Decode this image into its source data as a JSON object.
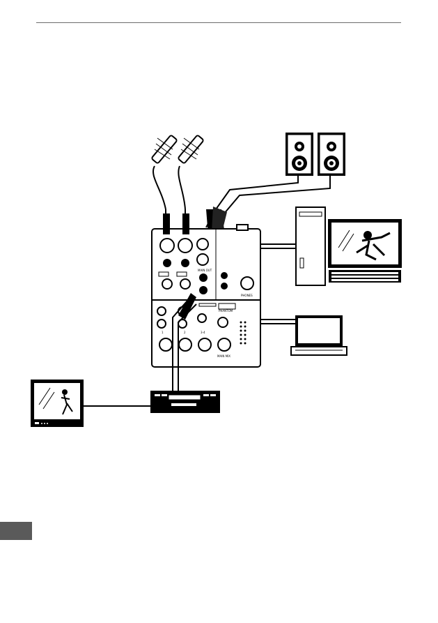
{
  "page": {
    "header_rule": true,
    "side_tab_color": "#5a5a5a"
  },
  "diagram": {
    "devices": [
      {
        "name": "microphone",
        "count": 2
      },
      {
        "name": "studio-monitor-speaker",
        "count": 2
      },
      {
        "name": "desktop-computer"
      },
      {
        "name": "laptop"
      },
      {
        "name": "mixer"
      },
      {
        "name": "recorder-deck"
      },
      {
        "name": "tv-screen"
      }
    ],
    "mixer_labels": {
      "main_out": "MAIN OUT",
      "phones": "PHONES",
      "phantom": "PHANTOM",
      "main_mix": "MAIN MIX",
      "ch1": "1",
      "ch2": "2",
      "ch34": "3-4"
    }
  }
}
